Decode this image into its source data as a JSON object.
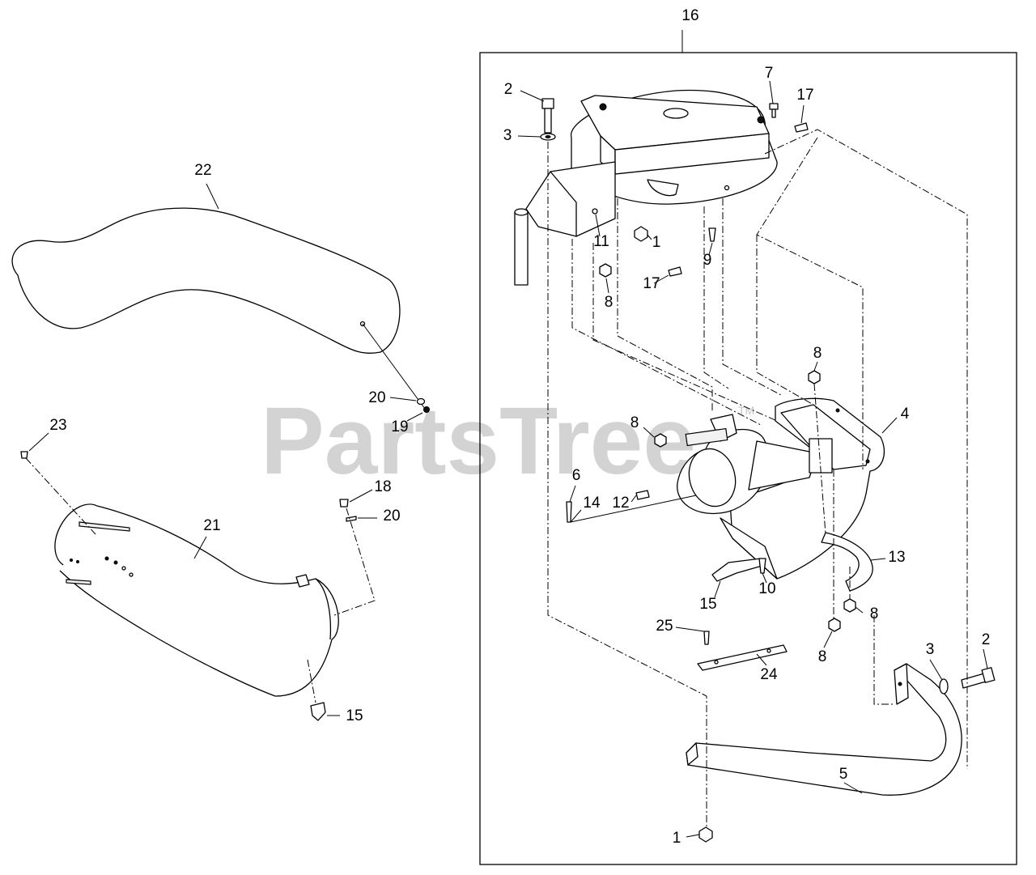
{
  "diagram": {
    "group_label": "16",
    "watermark": "PartsTree",
    "watermark_mark": "TM",
    "callouts": [
      {
        "id": "c16",
        "label": "16"
      },
      {
        "id": "c2a",
        "label": "2"
      },
      {
        "id": "c3a",
        "label": "3"
      },
      {
        "id": "c7",
        "label": "7"
      },
      {
        "id": "c17a",
        "label": "17"
      },
      {
        "id": "c11",
        "label": "11"
      },
      {
        "id": "c1a",
        "label": "1"
      },
      {
        "id": "c9",
        "label": "9"
      },
      {
        "id": "c17b",
        "label": "17"
      },
      {
        "id": "c8a",
        "label": "8"
      },
      {
        "id": "c8b",
        "label": "8"
      },
      {
        "id": "c4",
        "label": "4"
      },
      {
        "id": "c8c",
        "label": "8"
      },
      {
        "id": "c6",
        "label": "6"
      },
      {
        "id": "c14",
        "label": "14"
      },
      {
        "id": "c12",
        "label": "12"
      },
      {
        "id": "c13",
        "label": "13"
      },
      {
        "id": "c10",
        "label": "10"
      },
      {
        "id": "c15a",
        "label": "15"
      },
      {
        "id": "c8d",
        "label": "8"
      },
      {
        "id": "c8e",
        "label": "8"
      },
      {
        "id": "c25",
        "label": "25"
      },
      {
        "id": "c24",
        "label": "24"
      },
      {
        "id": "c3b",
        "label": "3"
      },
      {
        "id": "c2b",
        "label": "2"
      },
      {
        "id": "c5",
        "label": "5"
      },
      {
        "id": "c1b",
        "label": "1"
      },
      {
        "id": "c22",
        "label": "22"
      },
      {
        "id": "c20a",
        "label": "20"
      },
      {
        "id": "c19",
        "label": "19"
      },
      {
        "id": "c23",
        "label": "23"
      },
      {
        "id": "c18",
        "label": "18"
      },
      {
        "id": "c20b",
        "label": "20"
      },
      {
        "id": "c21",
        "label": "21"
      },
      {
        "id": "c15b",
        "label": "15"
      }
    ]
  }
}
